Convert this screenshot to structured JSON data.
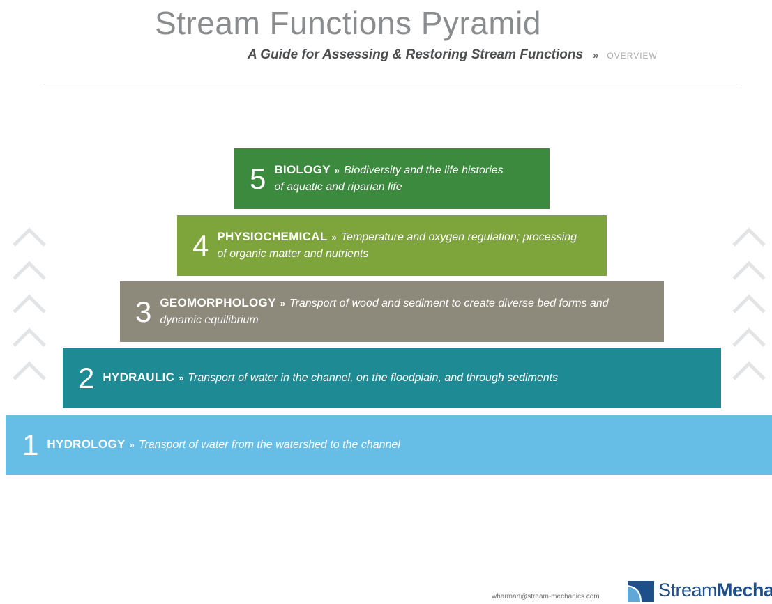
{
  "header": {
    "title": "Stream Functions Pyramid",
    "subtitle": "A Guide for Assessing & Restoring Stream Functions",
    "separator": "»",
    "section": "OVERVIEW"
  },
  "tiers": [
    {
      "number": "5",
      "name": "BIOLOGY",
      "separator": "»",
      "description": "Biodiversity and the life histories of aquatic and riparian life",
      "color": "#3b8a3e"
    },
    {
      "number": "4",
      "name": "PHYSIOCHEMICAL",
      "separator": "»",
      "description": "Temperature and oxygen regulation; processing of organic matter and nutrients",
      "color": "#7ea43c"
    },
    {
      "number": "3",
      "name": "GEOMORPHOLOGY",
      "separator": "»",
      "description": "Transport of wood and sediment to create diverse bed forms and dynamic equilibrium",
      "color": "#8e8a7b"
    },
    {
      "number": "2",
      "name": "HYDRAULIC",
      "separator": "»",
      "description": "Transport of water in the channel, on the floodplain, and through sediments",
      "color": "#1e8a94"
    },
    {
      "number": "1",
      "name": "HYDROLOGY",
      "separator": "»",
      "description": "Transport of water from the watershed to the channel",
      "color": "#66bde6"
    }
  ],
  "decorations": {
    "left_icon": "chevron-up-stack-icon",
    "right_icon": "chevron-up-stack-icon"
  },
  "footer": {
    "email": "wharman@stream-mechanics.com",
    "logo_text_regular": "Stream",
    "logo_text_bold": "Mechanic",
    "logo_color": "#1d4f8a"
  }
}
